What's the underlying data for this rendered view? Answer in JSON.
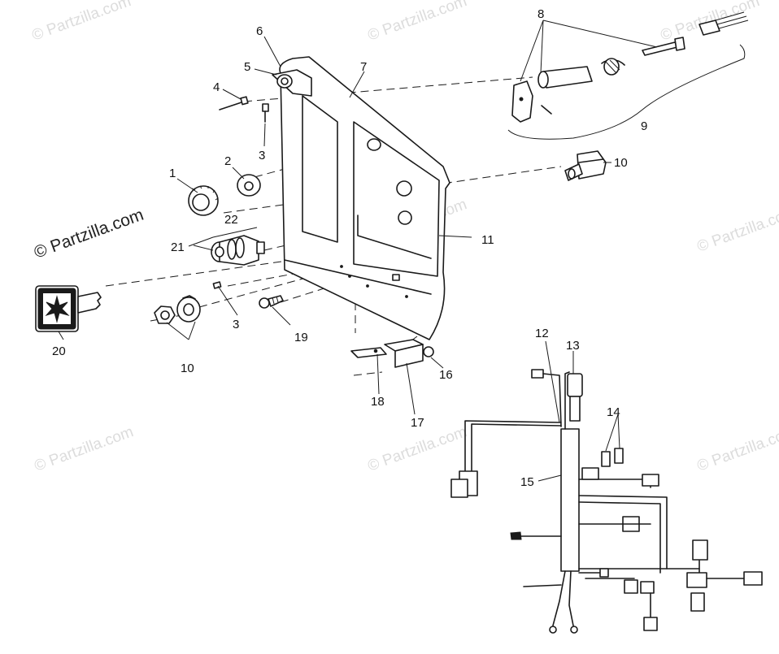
{
  "diagram": {
    "callouts": [
      "1",
      "2",
      "3",
      "3",
      "4",
      "5",
      "6",
      "7",
      "8",
      "9",
      "10",
      "10",
      "11",
      "12",
      "13",
      "14",
      "15",
      "16",
      "17",
      "18",
      "19",
      "20",
      "21",
      "22"
    ],
    "watermarks": [
      "© Partzilla.com",
      "© Partzilla.com",
      "© Partzilla.com",
      "© Partzilla.com",
      "© Partzilla.com",
      "© Partzilla.com",
      "© Partzilla.com",
      "© Partzilla.com",
      "© Partzilla.com"
    ],
    "watermark_prominent": "© Partzilla.com"
  },
  "colors": {
    "line": "#1a1a1a",
    "background": "#ffffff",
    "watermark": "#dcdcdc"
  }
}
